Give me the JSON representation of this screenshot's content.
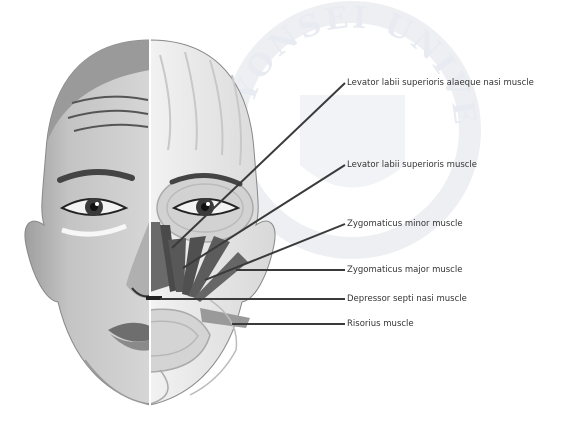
{
  "diagram": {
    "watermark_text": "YONSEI UNIVERSITY",
    "labels": [
      {
        "id": "levator-labii-alaeque",
        "text": "Levator labii superioris alaeque nasi muscle"
      },
      {
        "id": "levator-labii",
        "text": "Levator labii superioris muscle"
      },
      {
        "id": "zygomaticus-minor",
        "text": "Zygomaticus minor muscle"
      },
      {
        "id": "zygomaticus-major",
        "text": "Zygomaticus major muscle"
      },
      {
        "id": "depressor-septi",
        "text": "Depressor septi nasi muscle"
      },
      {
        "id": "risorius",
        "text": "Risorius muscle"
      }
    ]
  },
  "colors": {
    "skin_shade": "#bdbdbd",
    "skin_light": "#e2e2e2",
    "muscle_light": "#e6e6e6",
    "muscle_dark": "#5a5a5a",
    "leader_line": "#3a3a3a",
    "watermark": "#dfe3ea"
  }
}
